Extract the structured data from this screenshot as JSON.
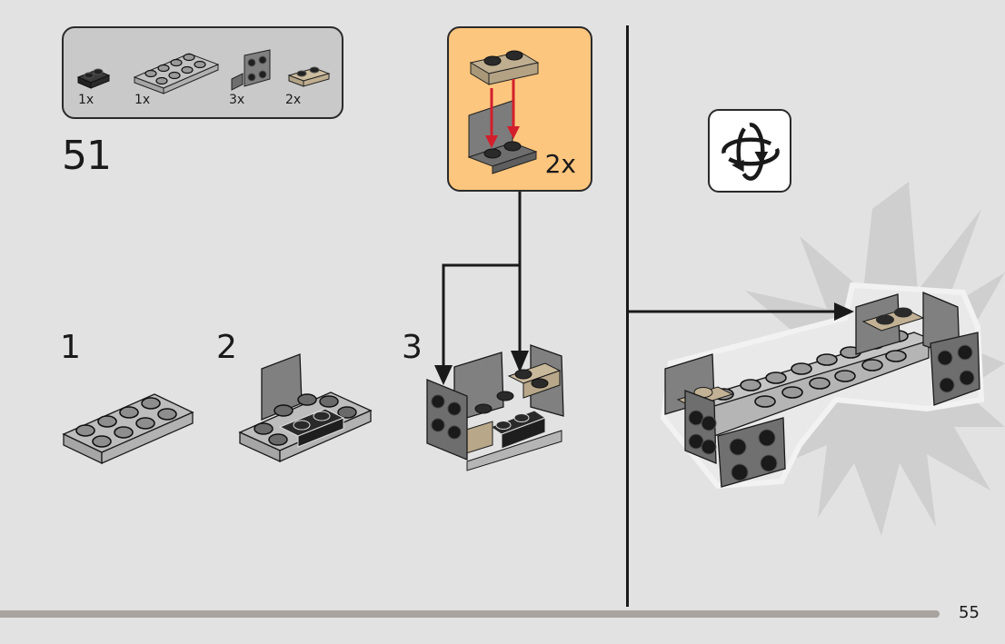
{
  "parts_list": {
    "items": [
      {
        "part": "plate-1x2-black",
        "color": "#2b2b2b",
        "quantity": "1x"
      },
      {
        "part": "plate-2x4-light-gray",
        "color": "#b5b5b5",
        "quantity": "1x"
      },
      {
        "part": "bracket-1x2-2x2-dark-gray",
        "color": "#7a7a7a",
        "quantity": "3x"
      },
      {
        "part": "plate-1x2-tan",
        "color": "#c2b194",
        "quantity": "2x"
      }
    ]
  },
  "step": {
    "number": "51",
    "substeps": [
      "1",
      "2",
      "3"
    ]
  },
  "callout": {
    "quantity": "2x",
    "background": "#fdc67e"
  },
  "rotate_icon": "rotate-model-icon",
  "colors": {
    "page_bg": "#e2e2e2",
    "arrow_red": "#d21f2b",
    "light_gray": "#b5b5b5",
    "dark_gray": "#7a7a7a",
    "tan": "#c2b194",
    "black": "#1f1f1f"
  },
  "footer": {
    "page_number": "55"
  }
}
